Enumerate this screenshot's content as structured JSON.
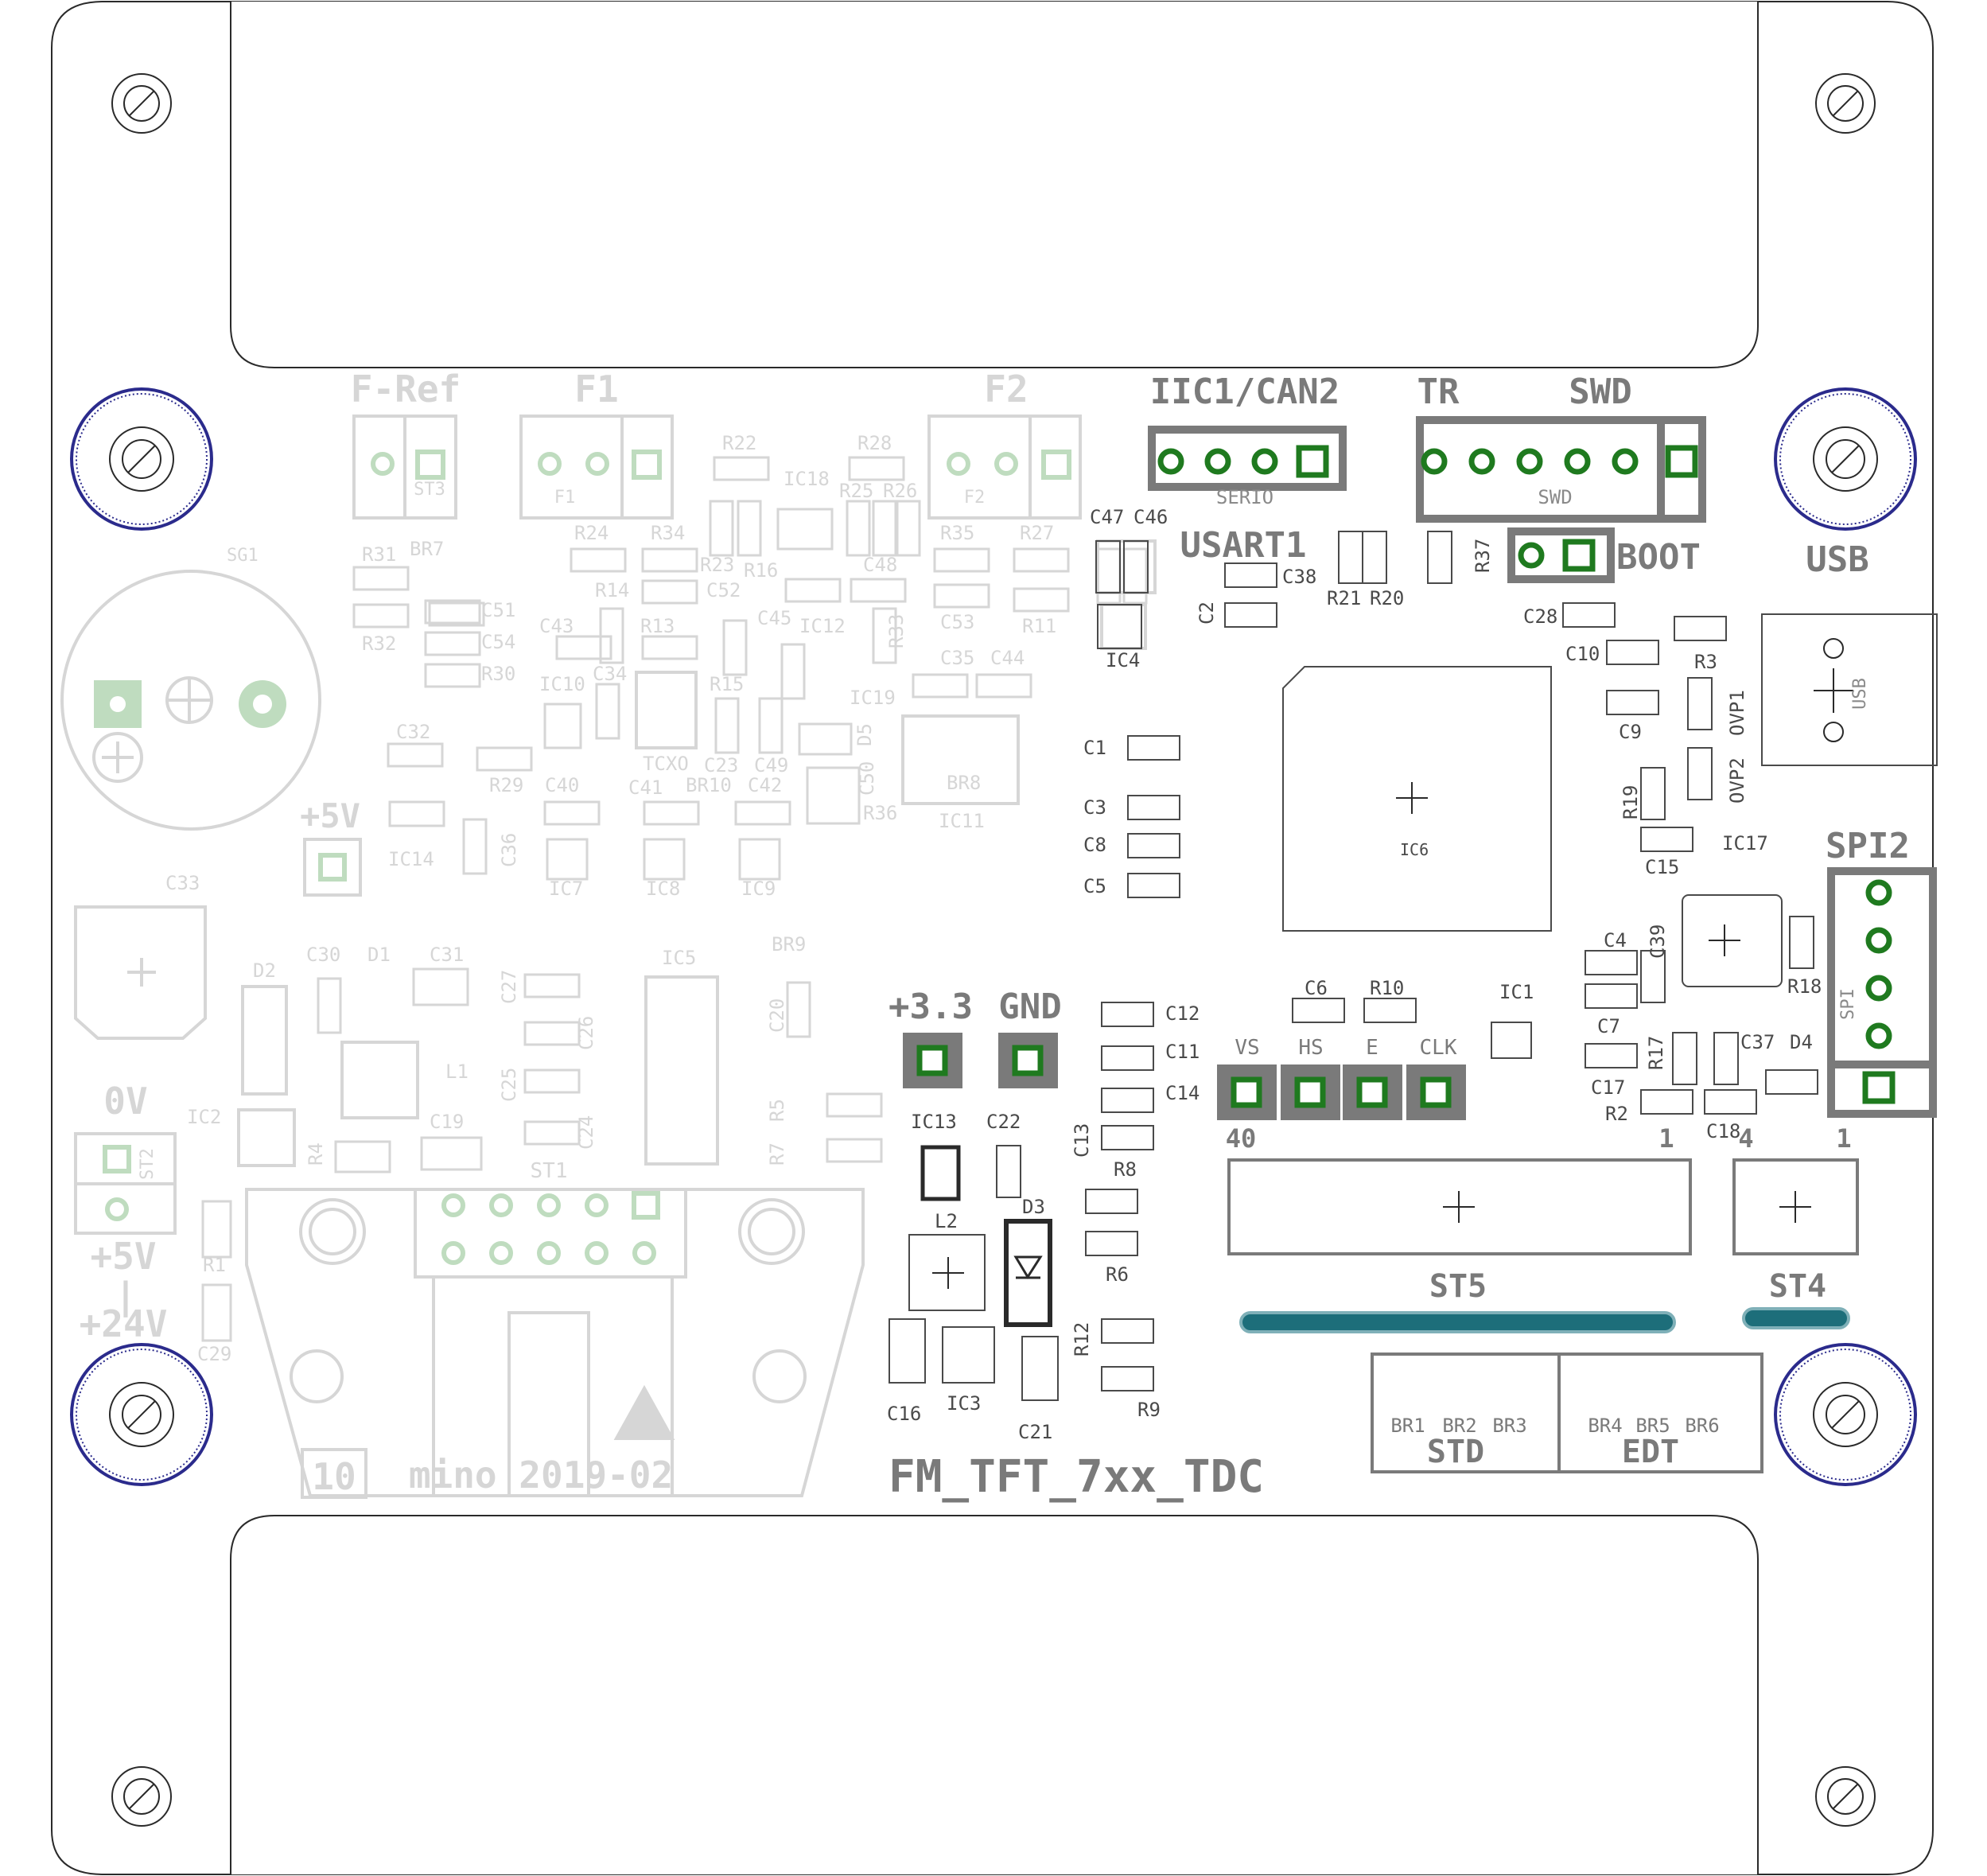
{
  "board": {
    "name": "FM_TFT_7xx_TDC",
    "signature": "mino 2019-02",
    "revision": "10"
  },
  "headers": {
    "fref": "F-Ref",
    "f1": "F1",
    "f2": "F2",
    "iic": "IIC1/CAN2",
    "tr": "TR",
    "swd": "SWD",
    "usart": "USART1",
    "boot": "BOOT",
    "usb": "USB",
    "spi2": "SPI2",
    "p33": "+3.3",
    "gnd": "GND",
    "p5v": "+5V",
    "zero_v": "0V",
    "p5v_b": "+5V",
    "dash": "|",
    "p24v": "+24V",
    "st5": "ST5",
    "st4": "ST4",
    "std": "STD",
    "edt": "EDT",
    "pin40": "40",
    "pin1a": "1",
    "pin4": "4",
    "pin1b": "1"
  },
  "connector_silk": {
    "serio": "SERIO",
    "swd_small": "SWD",
    "usb_small": "USB",
    "spi_small": "SPI",
    "st3": "ST3",
    "st2": "ST2",
    "st1": "ST1",
    "f1_small": "F1",
    "f2_small": "F2"
  },
  "signal_labels": {
    "vs": "VS",
    "hs": "HS",
    "e": "E",
    "clk": "CLK"
  },
  "solder_bridges": {
    "std": [
      "BR1",
      "BR2",
      "BR3"
    ],
    "edt": [
      "BR4",
      "BR5",
      "BR6"
    ]
  },
  "components_active": {
    "c38": "C38",
    "c2": "C2",
    "r21": "R21",
    "r20": "R20",
    "r37": "R37",
    "c28": "C28",
    "c10": "C10",
    "c9": "C9",
    "r3": "R3",
    "ovp1": "OVP1",
    "ovp2": "OVP2",
    "r19": "R19",
    "c15": "C15",
    "ic17": "IC17",
    "c4": "C4",
    "c39": "C39",
    "r18": "R18",
    "c7": "C7",
    "c17": "C17",
    "r17": "R17",
    "c37": "C37",
    "d4": "D4",
    "r2": "R2",
    "c18": "C18",
    "c1": "C1",
    "c3": "C3",
    "c8": "C8",
    "c5": "C5",
    "ic6": "IC6",
    "c6": "C6",
    "r10": "R10",
    "ic1": "IC1",
    "c12": "C12",
    "c11": "C11",
    "c14": "C14",
    "c13": "C13",
    "r8": "R8",
    "r6": "R6",
    "r12": "R12",
    "r9": "R9",
    "ic13": "IC13",
    "c22": "C22",
    "d3": "D3",
    "l2": "L2",
    "c16": "C16",
    "ic3": "IC3",
    "c21": "C21",
    "c47": "C47",
    "c46": "C46",
    "ic4": "IC4"
  },
  "components_faint": {
    "sg1": "SG1",
    "r31": "R31",
    "br7": "BR7",
    "r32": "R32",
    "c51": "C51",
    "c54": "C54",
    "r30": "R30",
    "r22": "R22",
    "r28": "R28",
    "ic18": "IC18",
    "r25": "R25",
    "r26": "R26",
    "r24": "R24",
    "r34": "R34",
    "r35": "R35",
    "r27": "R27",
    "r23": "R23",
    "r16": "R16",
    "c48": "C48",
    "r14": "R14",
    "c52": "C52",
    "c43": "C43",
    "r13": "R13",
    "c45": "C45",
    "ic12": "IC12",
    "r33": "R33",
    "c53": "C53",
    "r11": "R11",
    "ic10": "IC10",
    "c34": "C34",
    "r15": "R15",
    "ic19": "IC19",
    "c35": "C35",
    "c44": "C44",
    "c32": "C32",
    "r29": "R29",
    "tcxo": "TCXO",
    "c23": "C23",
    "c49": "C49",
    "d5": "D5",
    "c40": "C40",
    "c41": "C41",
    "br10": "BR10",
    "c42": "C42",
    "c50": "C50",
    "r36": "R36",
    "br8": "BR8",
    "ic14": "IC14",
    "c36": "C36",
    "ic11": "IC11",
    "ic7": "IC7",
    "ic8": "IC8",
    "ic9": "IC9",
    "c33": "C33",
    "d2": "D2",
    "c30": "C30",
    "d1": "D1",
    "c31": "C31",
    "c27": "C27",
    "c26": "C26",
    "ic5": "IC5",
    "br9": "BR9",
    "c20": "C20",
    "l1": "L1",
    "c25": "C25",
    "c24": "C24",
    "r5": "R5",
    "r7": "R7",
    "ic2": "IC2",
    "r4": "R4",
    "c19": "C19",
    "r1": "R1",
    "c29": "C29"
  },
  "colors": {
    "outline": "#2a2a2a",
    "silk_dark": "#7a7a7a",
    "silk_faint": "#d6d6d6",
    "pad_green": "#1f7a1f",
    "pad_faint": "#bfdcbf",
    "hole_ring": "#2b2b8c",
    "pcb_edge": "#1d6e7a"
  }
}
